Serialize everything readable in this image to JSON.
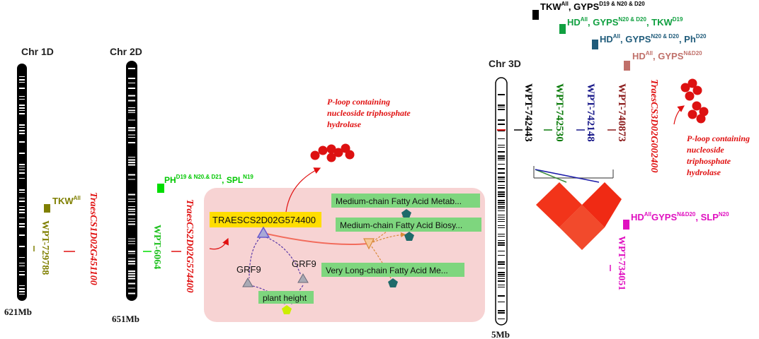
{
  "colors": {
    "olive": "#7f7f00",
    "green": "#20c020",
    "bright_green": "#00dd00",
    "red": "#e01010",
    "black": "#000000",
    "dark_green": "#0a7a0a",
    "navy": "#1a1a8a",
    "dark_red": "#8b1a1a",
    "magenta": "#e010c0",
    "teal_blue": "#1f5b7a",
    "rose": "#c0706a",
    "network_bg": "#f7d3d3",
    "node_green": "#7ed67e",
    "gene_yellow": "#ffdd00",
    "heatmap_red": "#f03a1a"
  },
  "chr1d": {
    "title": "Chr 1D",
    "size_label": "621Mb",
    "trait_main": "TKW",
    "trait_sup": "All",
    "marker": "WPT-729788",
    "gene": "TraesCS1D02G451100"
  },
  "chr2d": {
    "title": "Chr 2D",
    "size_label": "651Mb",
    "trait_a": "PH",
    "trait_a_sup": "D19 & N20.& D21",
    "trait_sep": ", ",
    "trait_b": "SPL",
    "trait_b_sup": "N19",
    "marker": "WPT-6064",
    "gene": "TraesCS2D02G574400"
  },
  "network": {
    "gene": "TRAESCS2D02G574400",
    "pathway1": "Medium-chain Fatty Acid Metab...",
    "pathway2": "Medium-chain Fatty Acid Biosy...",
    "pathway3": "Very Long-chain Fatty Acid Me...",
    "grf_left": "GRF9",
    "grf_right": "GRF9",
    "trait": "plant height",
    "protein_line1": "P-loop containing",
    "protein_line2": "nucleoside triphosphate",
    "protein_line3": "hydrolase"
  },
  "chr3d": {
    "title": "Chr 3D",
    "size_label": "5Mb",
    "markers": [
      "WPT-742443",
      "WPT-742530",
      "WPT-742148",
      "WPT-740873"
    ],
    "gene": "TraesCS3D02G002400",
    "marker_bottom": "WPT-734051",
    "protein_line1": "P-loop containing",
    "protein_line2": "nucleoside",
    "protein_line3": "triphosphate",
    "protein_line4": "hydrolase",
    "legend": [
      {
        "text": "TKW",
        "sup": "All",
        "text2": ", GYPS",
        "sup2": "D19 & N20 & D20",
        "text3": "",
        "sup3": ""
      },
      {
        "text": "HD",
        "sup": "All",
        "text2": ", GYPS",
        "sup2": "N20 & D20",
        "text3": ", TKW",
        "sup3": "D19"
      },
      {
        "text": "HD",
        "sup": "All",
        "text2": ", GYPS",
        "sup2": "N20 & D20",
        "text3": ", Ph",
        "sup3": "D20"
      },
      {
        "text": "HD",
        "sup": "All",
        "text2": ", GYPS",
        "sup2": "N&D20",
        "text3": "",
        "sup3": ""
      }
    ],
    "bottom_trait": {
      "text": "HD",
      "sup": "All",
      "text2": "GYPS",
      "sup2": "N&D20",
      "text3": ", SLP",
      "sup3": "N20"
    }
  }
}
